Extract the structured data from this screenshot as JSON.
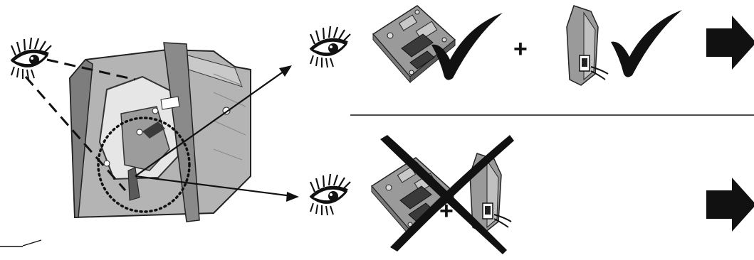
{
  "diagram": {
    "operators": {
      "top_plus": "+",
      "bottom_plus": "+"
    },
    "rows": [
      {
        "name": "row-ok",
        "status": "check",
        "components": [
          "control-module",
          "actuator"
        ]
      },
      {
        "name": "row-not-ok",
        "status": "cross",
        "components": [
          "control-module",
          "actuator"
        ]
      }
    ],
    "colors": {
      "line": "#111111",
      "part_gray": "#9a9a9a",
      "part_dark": "#5a5a5a",
      "part_light": "#c8c8c8",
      "door_gray": "#b4b4b4",
      "door_dark": "#7d7d7d"
    }
  }
}
